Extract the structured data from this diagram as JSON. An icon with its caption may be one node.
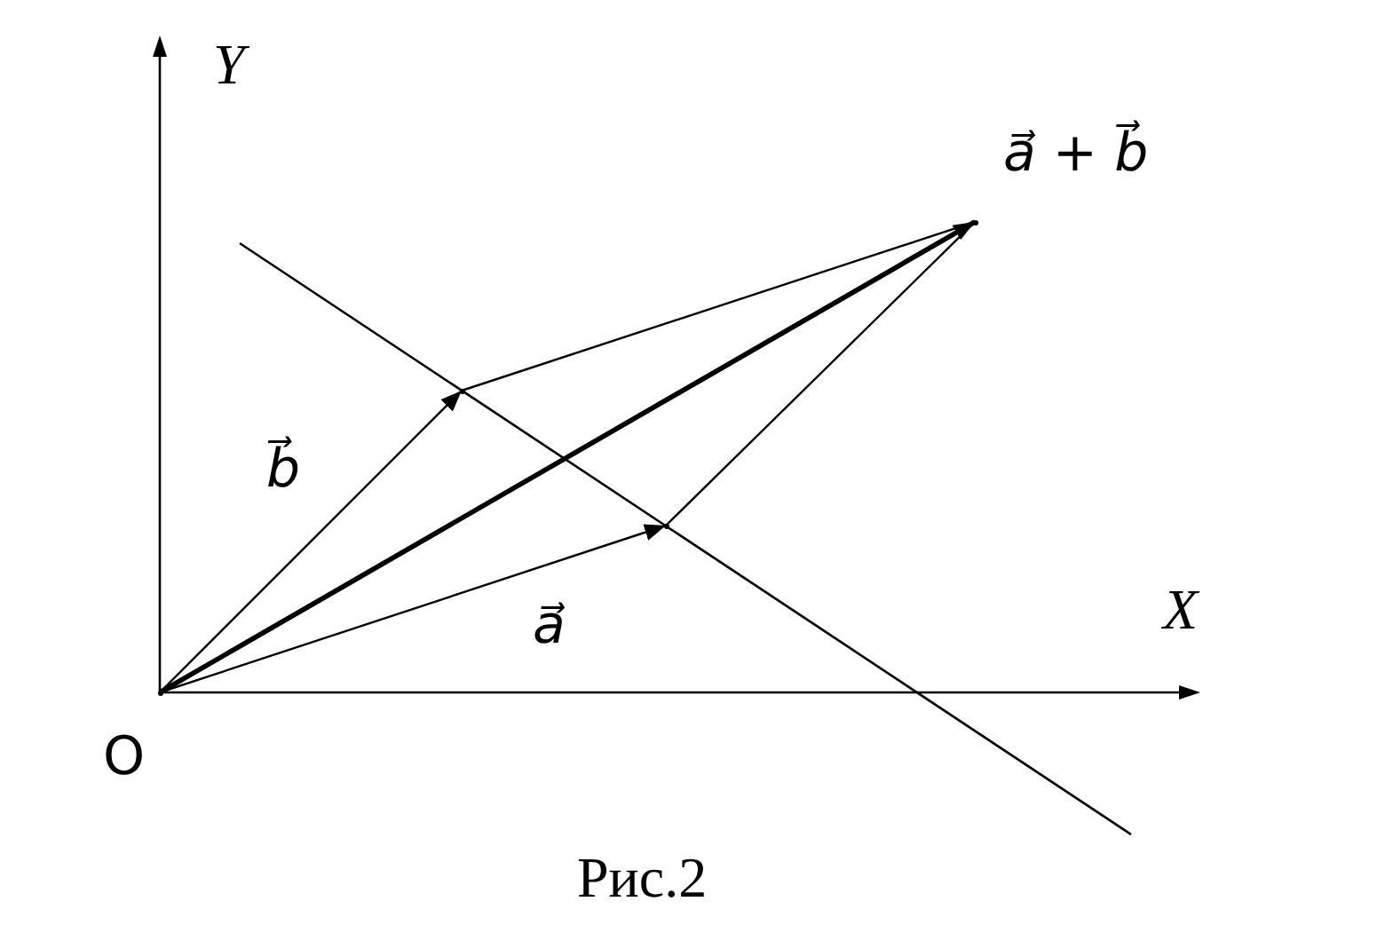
{
  "diagram": {
    "caption": "Рис.2",
    "nodes": [
      {
        "text": [],
        "shape": "point",
        "beside": [
          "O"
        ]
      },
      {
        "text": [],
        "shape": "point"
      },
      {
        "text": [],
        "shape": "point"
      },
      {
        "text": [],
        "shape": "point",
        "beside": [
          "*a⃗* + *b⃗*"
        ]
      }
    ],
    "edges": [
      {
        "from": 0,
        "to": 1,
        "arrow": "to",
        "label": "*b⃗*"
      },
      {
        "from": 0,
        "to": 3,
        "arrow": "to",
        "style": "thick"
      },
      {
        "from": 0,
        "to": 2,
        "arrow": "to",
        "label": "*a⃗*"
      },
      {
        "from": 1,
        "to": 3,
        "arrow": "none"
      },
      {
        "from": 2,
        "to": 3,
        "arrow": "none"
      }
    ],
    "labels": [
      "Y",
      "X"
    ]
  }
}
